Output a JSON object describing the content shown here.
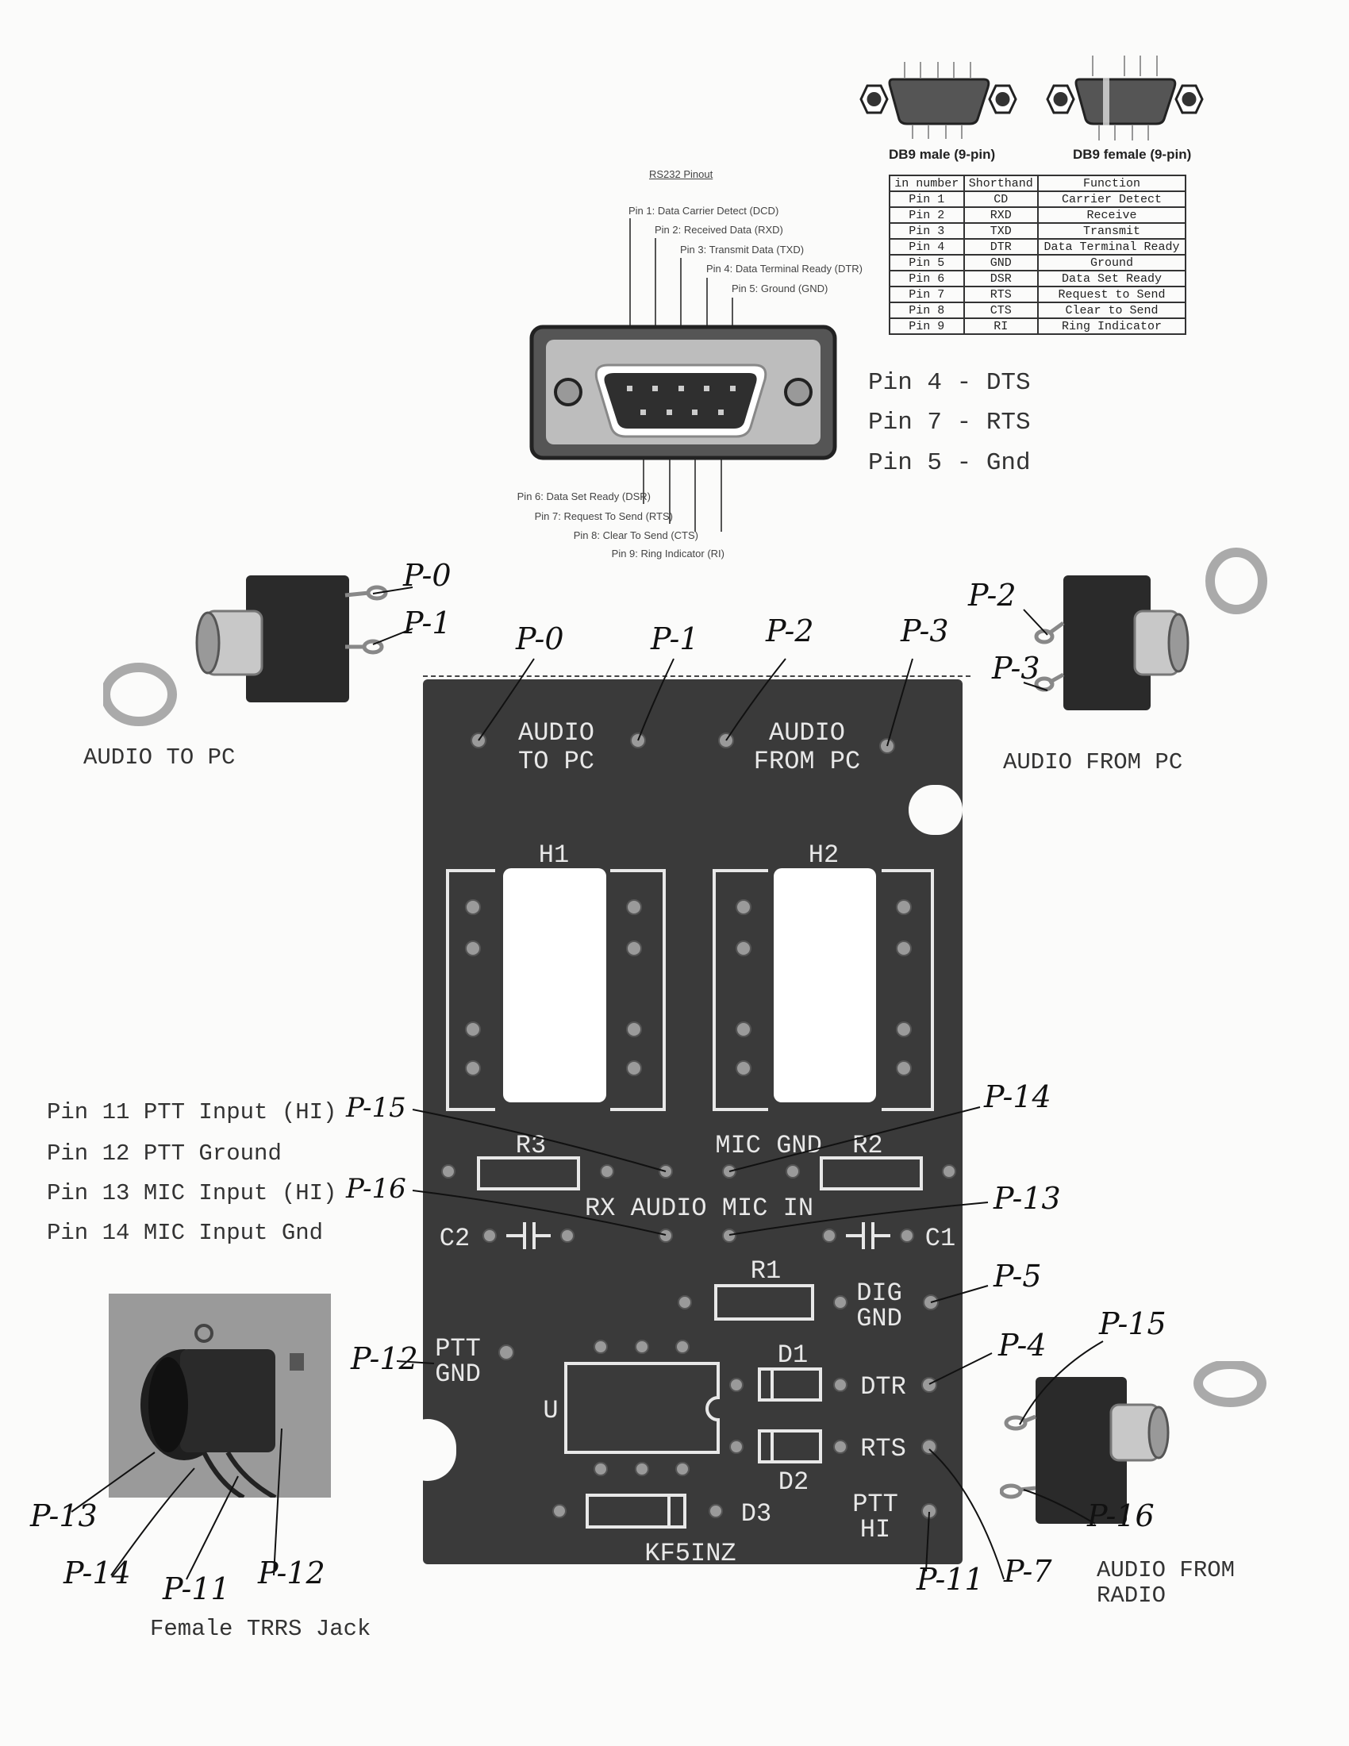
{
  "db9": {
    "male_label": "DB9 male (9-pin)",
    "female_label": "DB9 female (9-pin)"
  },
  "pin_table": {
    "headers": [
      "in number",
      "Shorthand",
      "Function"
    ],
    "rows": [
      [
        "Pin 1",
        "CD",
        "Carrier Detect"
      ],
      [
        "Pin 2",
        "RXD",
        "Receive"
      ],
      [
        "Pin 3",
        "TXD",
        "Transmit"
      ],
      [
        "Pin 4",
        "DTR",
        "Data Terminal Ready"
      ],
      [
        "Pin 5",
        "GND",
        "Ground"
      ],
      [
        "Pin 6",
        "DSR",
        "Data Set Ready"
      ],
      [
        "Pin 7",
        "RTS",
        "Request to Send"
      ],
      [
        "Pin 8",
        "CTS",
        "Clear to Send"
      ],
      [
        "Pin 9",
        "RI",
        "Ring Indicator"
      ]
    ]
  },
  "rs232": {
    "title": "RS232 Pinout",
    "top_pins": [
      "Pin 1: Data Carrier Detect (DCD)",
      "Pin 2: Received Data (RXD)",
      "Pin 3: Transmit Data (TXD)",
      "Pin 4: Data Terminal Ready (DTR)",
      "Pin 5: Ground (GND)"
    ],
    "bottom_pins": [
      "Pin 6: Data Set Ready (DSR)",
      "Pin 7: Request To Send (RTS)",
      "Pin 8: Clear To Send (CTS)",
      "Pin 9: Ring Indicator (RI)"
    ]
  },
  "used_pins": [
    "Pin 4 - DTS",
    "Pin 7 - RTS",
    "Pin 5 - Gnd"
  ],
  "jacks": {
    "audio_to_pc": "AUDIO TO PC",
    "audio_from_pc": "AUDIO FROM PC",
    "audio_from_radio_1": "AUDIO FROM",
    "audio_from_radio_2": "RADIO",
    "trrs": "Female TRRS Jack"
  },
  "trrs_pins": [
    "Pin 11 PTT Input (HI)",
    "Pin 12 PTT Ground",
    "Pin 13 MIC Input (HI)",
    "Pin 14 MIC Input Gnd"
  ],
  "pcb": {
    "audio_to_pc_1": "AUDIO",
    "audio_to_pc_2": "TO PC",
    "audio_from_pc_1": "AUDIO",
    "audio_from_pc_2": "FROM PC",
    "h1": "H1",
    "h2": "H2",
    "r3": "R3",
    "mic_gnd_r2": "MIC GND  R2",
    "rx_audio_mic_in": "RX AUDIO MIC IN",
    "c2": "C2",
    "c1": "C1",
    "r1": "R1",
    "dig": "DIG",
    "gnd": "GND",
    "ptt": "PTT",
    "ptt_gnd": "GND",
    "u": "U",
    "d1": "D1",
    "d2": "D2",
    "d3": "D3",
    "dtr": "DTR",
    "rts": "RTS",
    "ptt_hi_1": "PTT",
    "ptt_hi_2": "HI",
    "callsign": "KF5INZ"
  },
  "handwritten": {
    "p0_jack": "P-0",
    "p1_jack": "P-1",
    "p0": "P-0",
    "p1": "P-1",
    "p2": "P-2",
    "p3": "P-3",
    "p2_jack": "P-2",
    "p3_jack": "P-3",
    "p15": "P-15",
    "p16": "P-16",
    "p14": "P-14",
    "p13": "P-13",
    "p5": "P-5",
    "p4": "P-4",
    "p15_radio": "P-15",
    "p16_radio": "P-16",
    "p7": "P-7",
    "p11": "P-11",
    "p12": "P-12",
    "trrs_p13": "P-13",
    "trrs_p14": "P-14",
    "trrs_p11": "P-11",
    "trrs_p12": "P-12"
  }
}
